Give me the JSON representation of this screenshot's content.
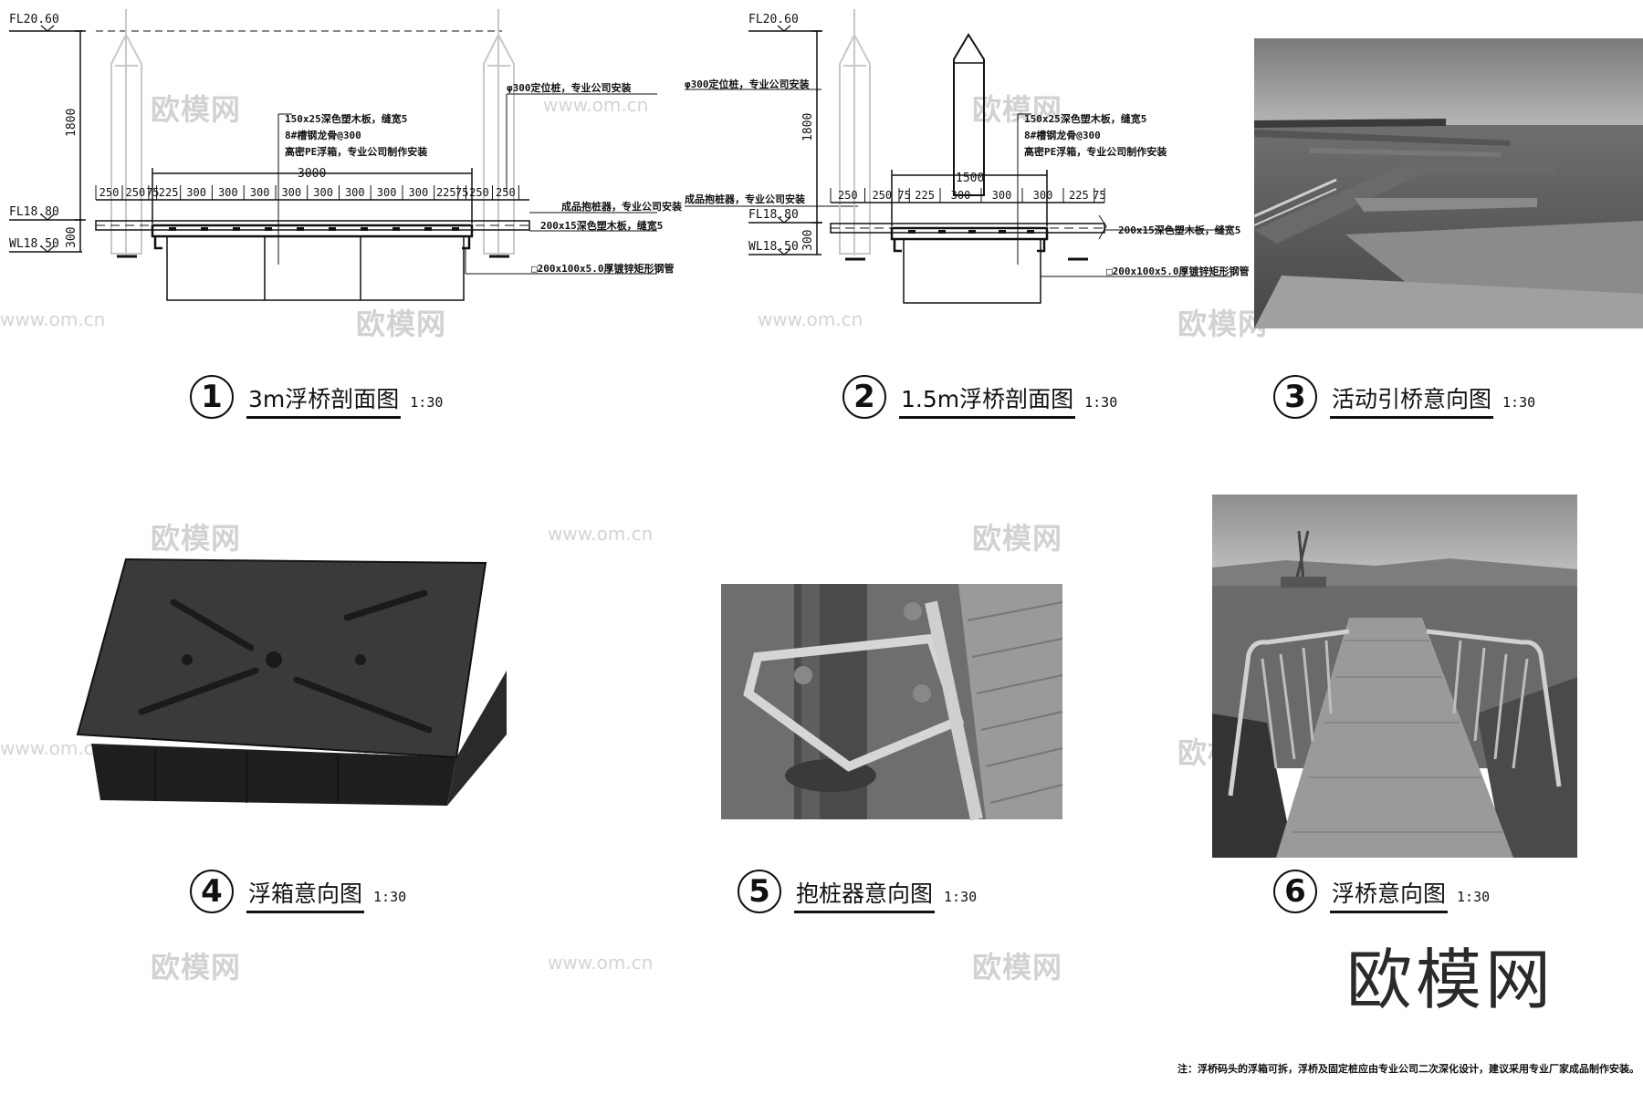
{
  "drawing1": {
    "level_top": "FL20.60",
    "level_deck": "FL18.80",
    "level_water": "WL18.50",
    "dim_height": "1800",
    "dim_depth": "300",
    "dim_overall": "3000",
    "segments": [
      "250",
      "250",
      "75",
      "225",
      "300",
      "300",
      "300",
      "300",
      "300",
      "300",
      "300",
      "300",
      "225",
      "75",
      "250",
      "250"
    ],
    "note_pile": "φ300定位桩，专业公司安装",
    "note_board": "150x25深色塑木板，缝宽5",
    "note_joist": "8#槽钢龙骨@300",
    "note_float": "高密PE浮箱，专业公司制作安装",
    "note_ring": "成品抱桩器，专业公司安装",
    "note_edge": "200x15深色塑木板，缝宽5",
    "note_frame": "□200x100x5.0厚镀锌矩形钢管"
  },
  "drawing2": {
    "level_top": "FL20.60",
    "level_deck": "FL18.80",
    "level_water": "WL18.50",
    "dim_height": "1800",
    "dim_depth": "300",
    "dim_overall": "1500",
    "segments": [
      "250",
      "250",
      "75",
      "225",
      "300",
      "300",
      "300",
      "225",
      "75"
    ],
    "note_pile": "φ300定位桩，专业公司安装",
    "note_board": "150x25深色塑木板，缝宽5",
    "note_joist": "8#槽钢龙骨@300",
    "note_float": "高密PE浮箱，专业公司制作安装",
    "note_ring": "成品抱桩器，专业公司安装",
    "note_edge": "200x15深色塑木板，缝宽5",
    "note_frame": "□200x100x5.0厚镀锌矩形钢管"
  },
  "captions": [
    {
      "num": "1",
      "title": "3m浮桥剖面图",
      "scale": "1:30"
    },
    {
      "num": "2",
      "title": "1.5m浮桥剖面图",
      "scale": "1:30"
    },
    {
      "num": "3",
      "title": "活动引桥意向图",
      "scale": "1:30"
    },
    {
      "num": "4",
      "title": "浮箱意向图",
      "scale": "1:30"
    },
    {
      "num": "5",
      "title": "抱桩器意向图",
      "scale": "1:30"
    },
    {
      "num": "6",
      "title": "浮桥意向图",
      "scale": "1:30"
    }
  ],
  "watermark": {
    "text": "欧模网",
    "url": "www.om.cn"
  },
  "logo": "欧模网",
  "footnote": "注：浮桥码头的浮箱可拆，浮桥及固定桩应由专业公司二次深化设计，建议采用专业厂家成品制作安装。"
}
